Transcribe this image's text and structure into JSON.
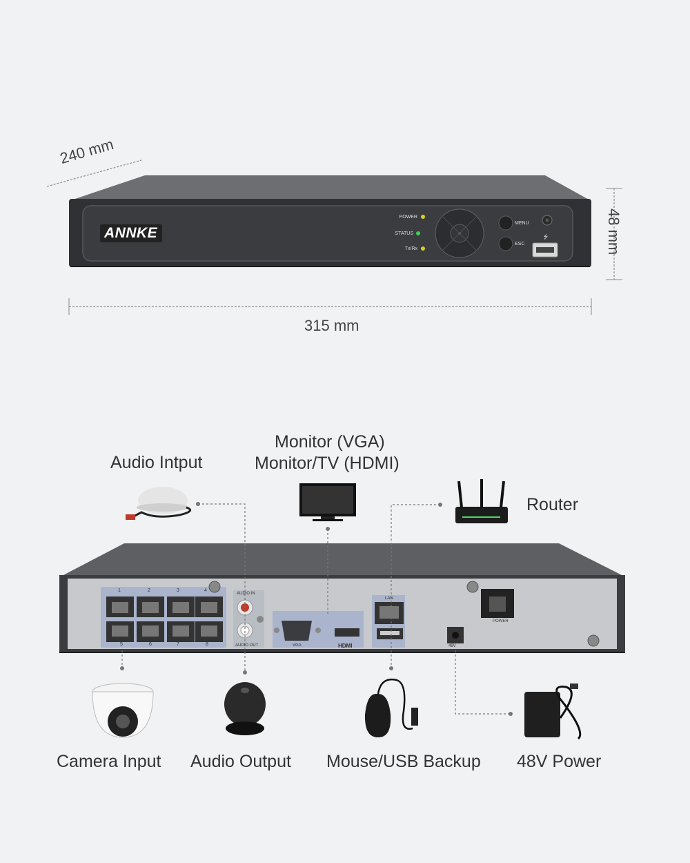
{
  "dimensions": {
    "depth": "240 mm",
    "width": "315 mm",
    "height": "48 mm"
  },
  "front_panel": {
    "brand": "ANNKE",
    "leds": [
      {
        "label": "POWER",
        "color": "#d8d21a"
      },
      {
        "label": "STATUS",
        "color": "#3dd24a"
      },
      {
        "label": "Tx/Rx",
        "color": "#d8d21a"
      }
    ],
    "buttons": {
      "menu": "MENU",
      "esc": "ESC"
    }
  },
  "rear_panel": {
    "port_numbers_top": [
      "1",
      "2",
      "3",
      "4"
    ],
    "port_numbers_bottom": [
      "5",
      "6",
      "7",
      "8"
    ],
    "audio_in": "AUDIO IN",
    "audio_out": "AUDIO OUT",
    "vga": "VGA",
    "hdmi": "HDMI",
    "lan": "LAN",
    "dc": "48V",
    "power": "POWER"
  },
  "connections": {
    "audio_input": "Audio Intput",
    "monitor_vga": "Monitor (VGA)",
    "monitor_hdmi": "Monitor/TV (HDMI)",
    "router": "Router",
    "camera_input": "Camera Input",
    "audio_output": "Audio Output",
    "mouse_usb": "Mouse/USB Backup",
    "power": "48V Power"
  },
  "colors": {
    "background": "#f1f2f3",
    "device_body": "#3a3c40",
    "rear_plate": "#c7c9cc",
    "accent_port_zone": "#aab4cc"
  }
}
